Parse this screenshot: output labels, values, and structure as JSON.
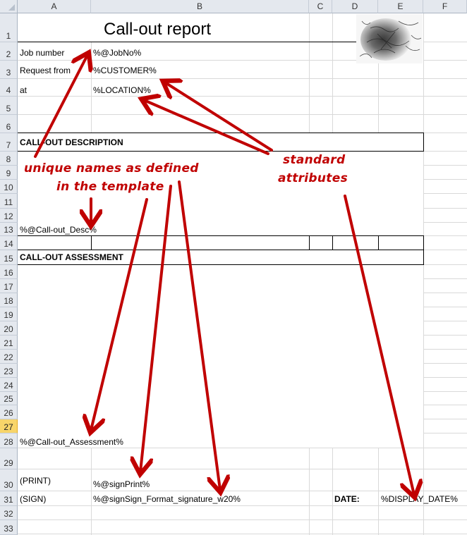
{
  "columns": [
    {
      "label": "A"
    },
    {
      "label": "B"
    },
    {
      "label": "C"
    },
    {
      "label": "D"
    },
    {
      "label": "E"
    },
    {
      "label": "F"
    }
  ],
  "rows": [
    "1",
    "2",
    "3",
    "4",
    "5",
    "6",
    "7",
    "8",
    "9",
    "10",
    "11",
    "12",
    "13",
    "14",
    "15",
    "16",
    "17",
    "18",
    "19",
    "20",
    "21",
    "22",
    "23",
    "24",
    "25",
    "26",
    "27",
    "28",
    "29",
    "30",
    "31",
    "32",
    "33"
  ],
  "selected_row": "27",
  "sheet": {
    "title": "Call-out report",
    "job_number_label": "Job number",
    "job_number_value": "%@JobNo%",
    "request_from_label": "Request from",
    "request_from_value": "%CUSTOMER%",
    "at_label": "at",
    "at_value": "%LOCATION%",
    "description_header": "CALL-OUT DESCRIPTION",
    "description_value": "%@Call-out_Desc%",
    "assessment_header": "CALL-OUT ASSESSMENT",
    "assessment_value": "%@Call-out_Assessment%",
    "print_label": "(PRINT)",
    "print_value": "%@signPrint%",
    "sign_label": "(SIGN)",
    "sign_value": "%@signSign_Format_signature_w20%",
    "date_label": "DATE:",
    "date_value": "%DISPLAY_DATE%"
  },
  "annotations": {
    "unique_line1": "unique names as defined",
    "unique_line2": "in the template",
    "standard_line1": "standard",
    "standard_line2": "attributes",
    "color": "#c00000"
  }
}
